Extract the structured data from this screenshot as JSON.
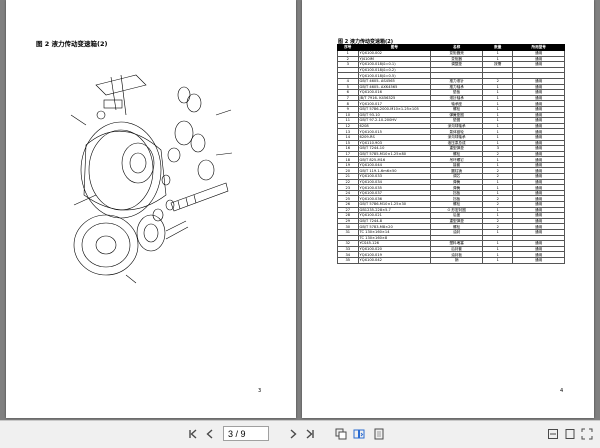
{
  "left_page": {
    "figure_title": "图 2    液力传动变速箱(2)",
    "page_number": "3"
  },
  "right_page": {
    "table_title": "图 2    液力传动变速箱(2)",
    "page_number": "4",
    "headers": [
      "序号",
      "图号",
      "名称",
      "数量",
      "所用型号"
    ],
    "rows": [
      [
        "1",
        "YQX100.002",
        "变矩器壳",
        "1",
        "通用"
      ],
      [
        "2",
        "YJ410IM",
        "变矩器",
        "1",
        "通用"
      ],
      [
        "3",
        "YQX100.018(δ=0.1)",
        "调整垫",
        "按需",
        "通用"
      ],
      [
        "",
        "YQX100.018(δ=0.2)",
        "",
        "",
        ""
      ],
      [
        "",
        "YQX100.018(δ=0.5)",
        "",
        "",
        ""
      ],
      [
        "4",
        "GB/T 4605- AS4565",
        "推力滚针",
        "2",
        "通用"
      ],
      [
        "5",
        "GB/T 4605- AXK4565",
        "推力轴承",
        "1",
        "通用"
      ],
      [
        "6",
        "YQX100.016",
        "垫板",
        "1",
        "通用"
      ],
      [
        "7",
        "JB/T 7916- K456325",
        "滚针轴承",
        "1",
        "通用"
      ],
      [
        "8",
        "YQX100.017",
        "轴承座",
        "1",
        "通用"
      ],
      [
        "9",
        "GB/T 5786-2000-M10×1.25×105",
        "螺栓",
        "1",
        "通用"
      ],
      [
        "10",
        "GB/T 93-10",
        "弹簧垫圈",
        "1",
        "通用"
      ],
      [
        "11",
        "GB/T 97.2-10-200HV",
        "垫圈",
        "1",
        "通用"
      ],
      [
        "12",
        "6208",
        "深沟球轴承",
        "1",
        "通用"
      ],
      [
        "13",
        "YQX100.015",
        "泵体链轮",
        "1",
        "通用"
      ],
      [
        "14",
        "6209-RS",
        "深沟球轴承",
        "1",
        "通用"
      ],
      [
        "15",
        "YQX110.903",
        "液压泵总成",
        "1",
        "通用"
      ],
      [
        "16",
        "GB/T 7244-10",
        "重型弹垫",
        "3",
        "通用"
      ],
      [
        "17",
        "GB/T 5785-M10×1.25×80",
        "螺栓",
        "2",
        "通用"
      ],
      [
        "18",
        "GB/T 825-M16",
        "吊环螺钉",
        "1",
        "通用"
      ],
      [
        "19",
        "YQX100.044",
        "接套",
        "1",
        "通用"
      ],
      [
        "20",
        "GB/T 119.1-6m6×50",
        "圆柱销",
        "2",
        "通用"
      ],
      [
        "21",
        "YQX100.033",
        "调芯",
        "2",
        "通用"
      ],
      [
        "22",
        "YQX100.034",
        "弹簧",
        "1",
        "通用"
      ],
      [
        "23",
        "YQX100.035",
        "弹簧",
        "1",
        "通用"
      ],
      [
        "24",
        "YQX100.037",
        "挡板",
        "1",
        "通用"
      ],
      [
        "25",
        "YQX100.036",
        "挡板",
        "2",
        "通用"
      ],
      [
        "26",
        "GB/T 5786-M10×1.25×30",
        "螺栓",
        "2",
        "通用"
      ],
      [
        "27",
        "GB1235-228×5.7",
        "O 形密封圈",
        "1",
        "通用"
      ],
      [
        "28",
        "YQX100.021",
        "后盖",
        "1",
        "通用"
      ],
      [
        "29",
        "GB/T 7244-8",
        "重型弹垫",
        "2",
        "通用"
      ],
      [
        "30",
        "GB/T 5783-M8×20",
        "螺栓",
        "2",
        "通用"
      ],
      [
        "31",
        "TC 130×160×14",
        "油封",
        "1",
        "通用"
      ],
      [
        "",
        "TC 130×160×8",
        "",
        "",
        ""
      ],
      [
        "32",
        "YCS45.126",
        "塑料堵塞",
        "1",
        "通用"
      ],
      [
        "33",
        "YQX100.020",
        "后封套",
        "1",
        "通用"
      ],
      [
        "34",
        "YQX100.019",
        "油封板",
        "1",
        "通用"
      ],
      [
        "35",
        "YQX100.042",
        "销",
        "1",
        "通用"
      ]
    ]
  },
  "toolbar": {
    "current_page": "3 / 9",
    "icons": [
      "first-page-icon",
      "previous-page-icon",
      "next-page-icon",
      "last-page-icon",
      "copy-icon",
      "two-page-icon",
      "single-page-icon",
      "fit-width-icon",
      "fullscreen-icon"
    ]
  }
}
